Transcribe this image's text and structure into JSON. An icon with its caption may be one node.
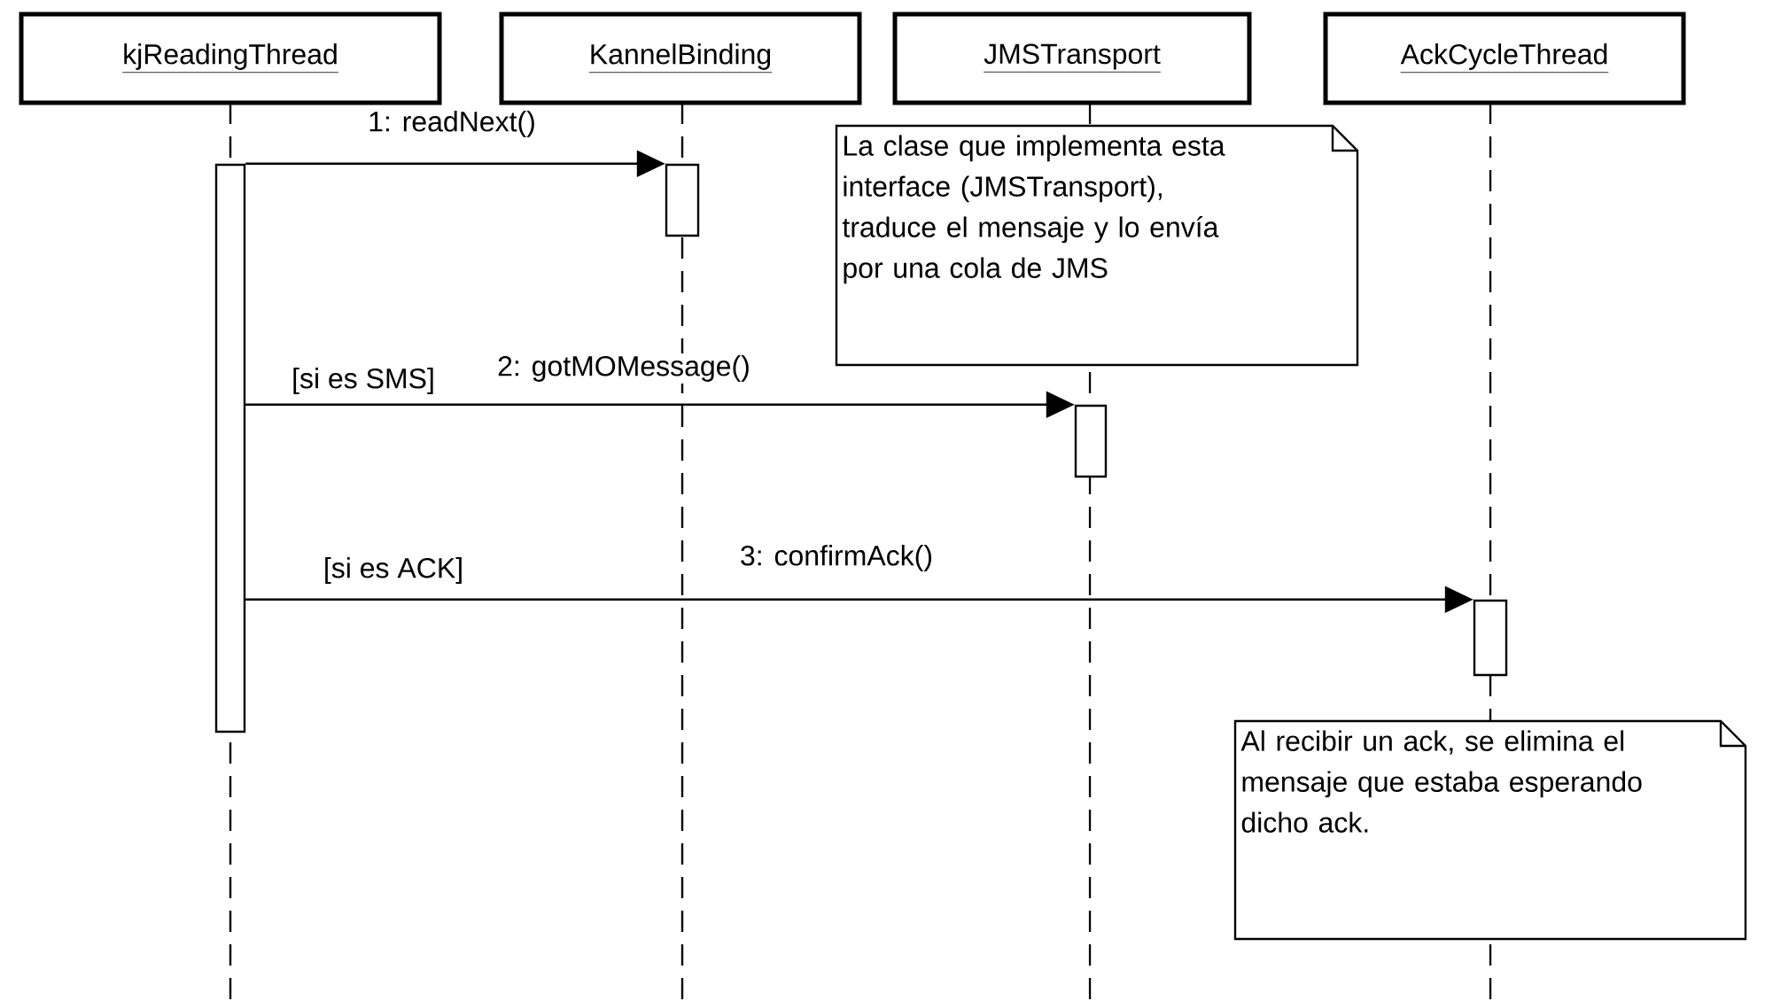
{
  "diagram": {
    "nodes": [
      {
        "text": [
          "kjReadingThread"
        ]
      },
      {
        "text": [
          "KannelBinding"
        ]
      },
      {
        "text": [
          "JMSTransport"
        ]
      },
      {
        "text": [
          "AckCycleThread"
        ]
      },
      {
        "text": [],
        "shape": "bar"
      },
      {
        "text": [],
        "shape": "bar"
      },
      {
        "text": [],
        "shape": "bar"
      },
      {
        "text": [],
        "shape": "bar"
      },
      {
        "text": [
          "La clase que implementa esta interface (JMSTransport), traduce el mensaje y lo envía por una cola de JMS"
        ]
      },
      {
        "text": [
          "Al recibir un ack, se elimina el mensaje que estaba esperando dicho ack."
        ]
      }
    ],
    "edges": [
      {
        "from": 4,
        "to": 5,
        "arrow": "to",
        "label": "1: readNext()"
      },
      {
        "from": 4,
        "to": 6,
        "arrow": "to",
        "label": "2: gotMOMessage()"
      },
      {
        "from": 4,
        "to": 7,
        "arrow": "to",
        "label": "3: confirmAck()"
      }
    ],
    "labels": [
      "[si es SMS]",
      "[si es ACK]"
    ]
  }
}
